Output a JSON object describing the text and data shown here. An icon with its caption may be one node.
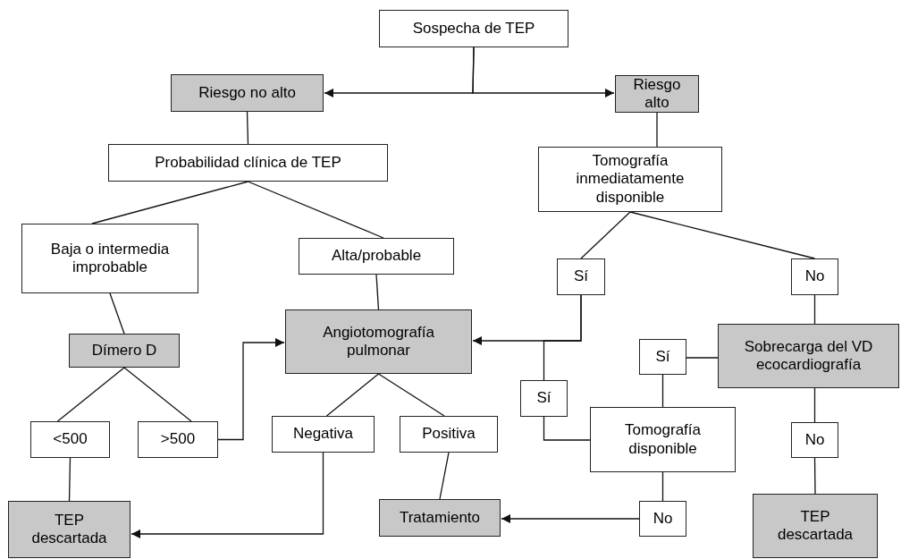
{
  "diagram": {
    "nodes": [
      {
        "text": [
          "Sospecha de TEP"
        ]
      },
      {
        "text": [
          "Riesgo no alto"
        ]
      },
      {
        "text": [
          "Riesgo alto"
        ]
      },
      {
        "text": [
          "Probabilidad clínica de TEP"
        ]
      },
      {
        "text": [
          "Tomografía inmediatamente disponible"
        ]
      },
      {
        "text": [
          "Baja o intermedia improbable"
        ]
      },
      {
        "text": [
          "Alta/probable"
        ]
      },
      {
        "text": [
          "Sí"
        ]
      },
      {
        "text": [
          "No"
        ]
      },
      {
        "text": [
          "Dímero D"
        ]
      },
      {
        "text": [
          "Angiotomografía pulmonar"
        ]
      },
      {
        "text": [
          "Sobrecarga del VD ecocardiografía"
        ]
      },
      {
        "text": [
          "Sí"
        ]
      },
      {
        "text": [
          "Sí"
        ]
      },
      {
        "text": [
          "<500"
        ]
      },
      {
        "text": [
          ">500"
        ]
      },
      {
        "text": [
          "Negativa"
        ]
      },
      {
        "text": [
          "Positiva"
        ]
      },
      {
        "text": [
          "Tomografía disponible"
        ]
      },
      {
        "text": [
          "No"
        ]
      },
      {
        "text": [
          "TEP descartada"
        ]
      },
      {
        "text": [
          "Tratamiento"
        ]
      },
      {
        "text": [
          "No"
        ]
      },
      {
        "text": [
          "TEP descartada"
        ]
      }
    ],
    "edges": [
      {
        "from": 0,
        "to": 1,
        "arrow": "to"
      },
      {
        "from": 0,
        "to": 2,
        "arrow": "to"
      },
      {
        "from": 1,
        "to": 3,
        "arrow": "none"
      },
      {
        "from": 2,
        "to": 4,
        "arrow": "none"
      },
      {
        "from": 3,
        "to": 5,
        "arrow": "none"
      },
      {
        "from": 3,
        "to": 6,
        "arrow": "none"
      },
      {
        "from": 4,
        "to": 7,
        "arrow": "none"
      },
      {
        "from": 4,
        "to": 8,
        "arrow": "none"
      },
      {
        "from": 5,
        "to": 9,
        "arrow": "none"
      },
      {
        "from": 6,
        "to": 10,
        "arrow": "none"
      },
      {
        "from": 7,
        "to": 10,
        "arrow": "to"
      },
      {
        "from": 7,
        "to": 13,
        "arrow": "none"
      },
      {
        "from": 8,
        "to": 11,
        "arrow": "none"
      },
      {
        "from": 9,
        "to": 14,
        "arrow": "none"
      },
      {
        "from": 9,
        "to": 15,
        "arrow": "none"
      },
      {
        "from": 15,
        "to": 10,
        "arrow": "to"
      },
      {
        "from": 10,
        "to": 16,
        "arrow": "none"
      },
      {
        "from": 10,
        "to": 17,
        "arrow": "none"
      },
      {
        "from": 14,
        "to": 20,
        "arrow": "none"
      },
      {
        "from": 16,
        "to": 20,
        "arrow": "to"
      },
      {
        "from": 17,
        "to": 21,
        "arrow": "none"
      },
      {
        "from": 13,
        "to": 18,
        "arrow": "none"
      },
      {
        "from": 11,
        "to": 12,
        "arrow": "none"
      },
      {
        "from": 12,
        "to": 18,
        "arrow": "none"
      },
      {
        "from": 18,
        "to": 22,
        "arrow": "none"
      },
      {
        "from": 22,
        "to": 21,
        "arrow": "to"
      },
      {
        "from": 11,
        "to": 19,
        "arrow": "none"
      },
      {
        "from": 19,
        "to": 23,
        "arrow": "none"
      }
    ]
  }
}
